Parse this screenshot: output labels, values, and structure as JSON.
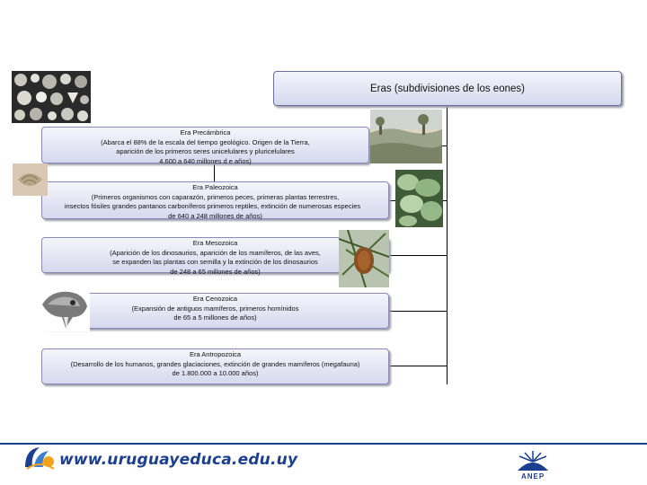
{
  "title": "Eras (subdivisiones de los eones)",
  "eras": [
    {
      "name": "Era Precámbrica",
      "lines": [
        "(Abarca el 88% de la escala del tiempo geológico. Origen de la Tierra,",
        "aparición de los primeros seres unicelulares y pluricelulares",
        "4.600 a 640 millones d e años)"
      ]
    },
    {
      "name": "Era Paleozoica",
      "lines": [
        "(Primeros organismos con caparazón, primeros peces, primeras plantas terrestres,",
        "insectos fósiles grandes pantanos carboníferos primeros reptiles, extinción de numerosas especies",
        "de 640 a 248 millones de años)"
      ]
    },
    {
      "name": "Era Mesozoica",
      "lines": [
        "(Aparición de los dinosaurios, aparición de los mamíferos, de las aves,",
        "se expanden las plantas con semilla y la extinción de los dinosaurios",
        "de 248 a 65 millones de años)"
      ]
    },
    {
      "name": "Era Cenozoica",
      "lines": [
        "(Expansión de antiguos mamíferos, primeros homínidos",
        "de 65 a 5 millones de años)"
      ]
    },
    {
      "name": "Era Antropozoica",
      "lines": [
        "(Desarrollo de los humanos, grandes glaciaciones, extinción de grandes mamíferos (megafauna)",
        "de 1.800.000 a 10.000 años)"
      ]
    }
  ],
  "footer": {
    "url": "www.uruguayeduca.edu.uy",
    "logo_text": "ANEP"
  }
}
